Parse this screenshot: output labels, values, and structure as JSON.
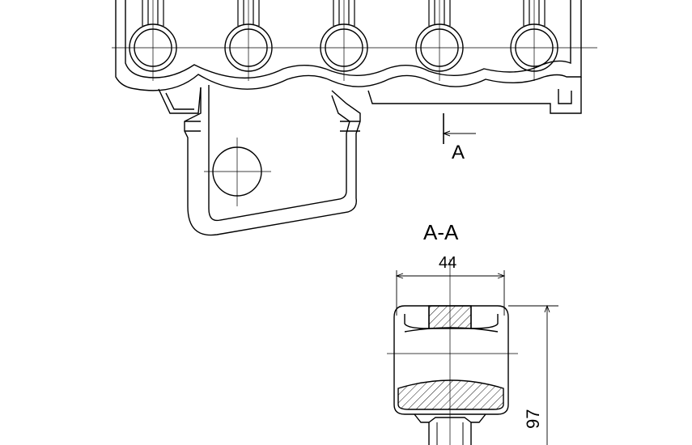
{
  "labels": {
    "section_mark": "A",
    "section_title": "A-A",
    "width_dim": "44",
    "height_dim": "97"
  },
  "colors": {
    "line": "#000000",
    "background": "#ffffff"
  }
}
